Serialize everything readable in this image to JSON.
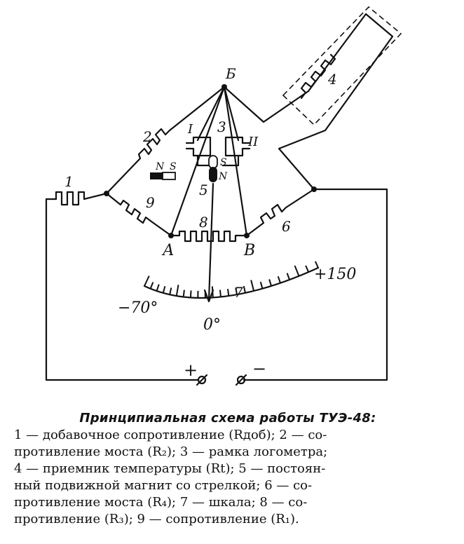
{
  "labels": {
    "node_top": "Б",
    "node_a": "А",
    "node_b": "В",
    "n1": "1",
    "n2": "2",
    "n3": "3",
    "n4": "4",
    "n5": "5",
    "n6": "6",
    "n7": "7",
    "n8": "8",
    "n9": "9",
    "coil1": "I",
    "coil2": "II",
    "pole_n_left": "N",
    "pole_s_left": "S",
    "pole_s_right": "S",
    "pole_n_right": "N",
    "scale_min": "−70°",
    "scale_zero": "0°",
    "scale_max": "+150",
    "plus": "+",
    "minus": "−"
  },
  "caption": {
    "title": "Принципиальная схема работы ТУЭ-48:",
    "lines": [
      "1 — добавочное сопротивление (Rдоб); 2 — со-",
      "противление моста (R₂); 3 — рамка логометра;",
      "4 — приемник температуры (Rt); 5 — постоян-",
      "ный подвижной магнит со стрелкой; 6 — со-",
      "противление моста (R₄); 7 — шкала; 8 — со-",
      "противление (R₃); 9 — сопротивление (R₁)."
    ]
  }
}
